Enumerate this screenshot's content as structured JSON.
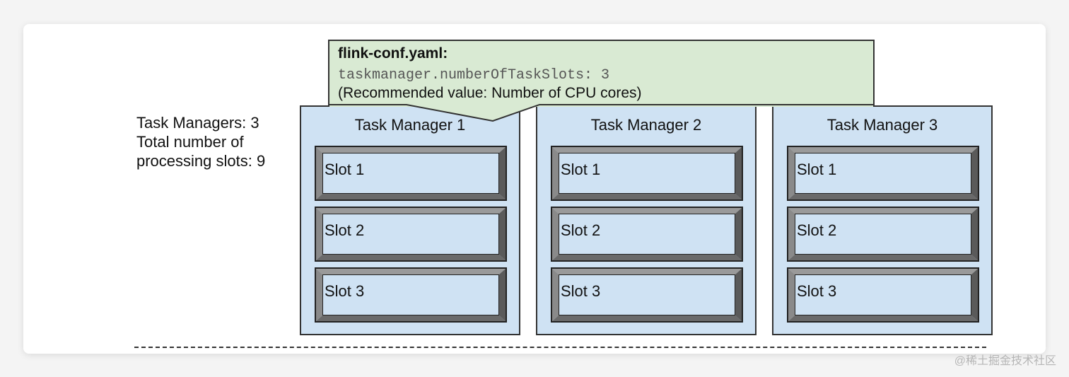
{
  "config": {
    "file": "flink-conf.yaml:",
    "setting": "taskmanager.numberOfTaskSlots: 3",
    "note": "(Recommended value: Number of CPU cores)"
  },
  "summary": {
    "line1": "Task Managers: 3",
    "line2": "Total number of",
    "line3": "processing slots: 9"
  },
  "task_managers": [
    {
      "title": "Task Manager 1",
      "slots": [
        "Slot 1",
        "Slot 2",
        "Slot 3"
      ]
    },
    {
      "title": "Task Manager 2",
      "slots": [
        "Slot 1",
        "Slot 2",
        "Slot 3"
      ]
    },
    {
      "title": "Task Manager 3",
      "slots": [
        "Slot 1",
        "Slot 2",
        "Slot 3"
      ]
    }
  ],
  "watermark": "@稀土掘金技术社区",
  "colors": {
    "task_manager_fill": "#cfe2f3",
    "config_fill": "#d9ead3",
    "border": "#333333"
  }
}
